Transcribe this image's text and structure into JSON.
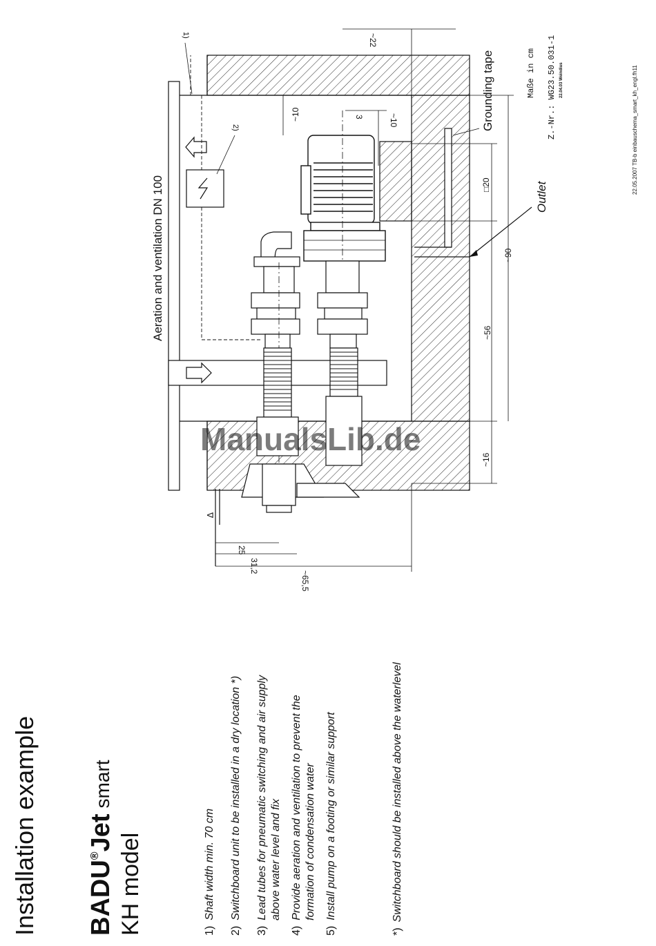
{
  "header": {
    "title": "Installation example",
    "brand": "BADU",
    "brand_reg": "®",
    "brand_product": "Jet",
    "brand_suffix": "smart",
    "model": "KH model"
  },
  "notes": [
    {
      "num": "1)",
      "line1": "Shaft width min. 70 cm",
      "line2": ""
    },
    {
      "num": "2)",
      "line1": "Switchboard unit to be installed in a dry location *)",
      "line2": ""
    },
    {
      "num": "3)",
      "line1": "Lead tubes for pneumatic switching and air supply",
      "line2": "above water level and fix"
    },
    {
      "num": "4)",
      "line1": "Provide aeration and ventilation to prevent the",
      "line2": "formation of condensation water"
    },
    {
      "num": "5)",
      "line1": "Install pump on a footing or similar support",
      "line2": ""
    }
  ],
  "footnote": {
    "num": "*)",
    "text": "Switchboard should be installed above the waterlevel"
  },
  "diagram": {
    "aeration_label": "Aeration and ventilation DN 100",
    "grounding_label": "Grounding tape",
    "outlet_label": "Outlet",
    "callout_1": "1)",
    "callout_2": "2)",
    "dim_22": "~22",
    "dim_10": "~10",
    "dim_3": "3",
    "dim_10b": "~10",
    "dim_20": "□20",
    "dim_90": "~90",
    "dim_56": "~56",
    "dim_16": "~16",
    "dim_25": "25",
    "dim_312": "31,2",
    "dim_655": "~65,5",
    "water_mark": "∇"
  },
  "drawing_info": {
    "units": "Maße in cm",
    "drawing_no": "Z.-Nr.: WG23.50.031-1",
    "small_code": "22.04.03 Weindius",
    "footer": "22.05.2007  TB-b  einbauschema_smart_kh_engl.fh11"
  },
  "watermark": "ManualsLib.de"
}
